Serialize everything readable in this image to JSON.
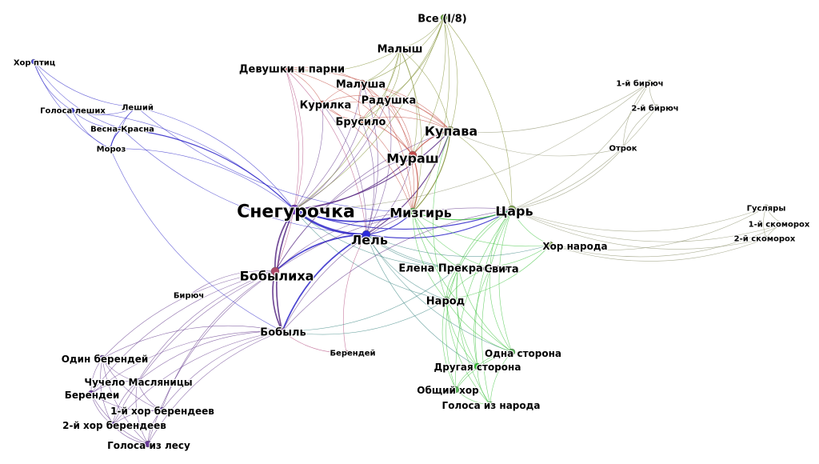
{
  "palette": {
    "blue": "#2a22c8",
    "purple": "#5b2d86",
    "magenta": "#b0447a",
    "red": "#c0463b",
    "olive": "#7a8a2a",
    "green": "#37c237",
    "teal": "#2f7f7a",
    "gray": "#8a8f6a"
  },
  "nodes": [
    {
      "id": "sneg",
      "label": "Снегурочка",
      "color": "#6a2fb6",
      "size": 3
    },
    {
      "id": "lel",
      "label": "Лель",
      "color": "#2a2adc",
      "size": 2
    },
    {
      "id": "mizgir",
      "label": "Мизгирь",
      "color": "#56b44a",
      "size": 2
    },
    {
      "id": "tsar",
      "label": "Царь",
      "color": "#7aa14a",
      "size": 2
    },
    {
      "id": "kupava",
      "label": "Купава",
      "color": "#9aa45a",
      "size": 2
    },
    {
      "id": "murash",
      "label": "Мураш",
      "color": "#c24a4a",
      "size": 2
    },
    {
      "id": "bobylikha",
      "label": "Бобылиха",
      "color": "#b04a6a",
      "size": 2
    },
    {
      "id": "bobyl",
      "label": "Бобыль",
      "color": "#7a3a8a",
      "size": 1
    },
    {
      "id": "malusha",
      "label": "Малуша",
      "color": "#c05a4a",
      "size": 1
    },
    {
      "id": "radushka",
      "label": "Радушка",
      "color": "#c24a4a",
      "size": 1
    },
    {
      "id": "kurilka",
      "label": "Курилка",
      "color": "#c05a4a",
      "size": 1
    },
    {
      "id": "brusilo",
      "label": "Брусило",
      "color": "#b06a4a",
      "size": 1
    },
    {
      "id": "devushki",
      "label": "Девушки и парни",
      "color": "#c24a4a",
      "size": 1
    },
    {
      "id": "malysh",
      "label": "Малыш",
      "color": "#9aa45a",
      "size": 1
    },
    {
      "id": "vse",
      "label": "Все (I/8)",
      "color": "#6aa43a",
      "size": 1
    },
    {
      "id": "elena",
      "label": "Елена Прекрасная",
      "color": "#5aa85a",
      "size": 1
    },
    {
      "id": "svita",
      "label": "Свита",
      "color": "#5aa85a",
      "size": 1
    },
    {
      "id": "narod",
      "label": "Народ",
      "color": "#3ab43a",
      "size": 1
    },
    {
      "id": "hornaroda",
      "label": "Хор народа",
      "color": "#7aa14a",
      "size": 0
    },
    {
      "id": "odnastorona",
      "label": "Одна сторона",
      "color": "#5ab45a",
      "size": 0
    },
    {
      "id": "drugaya",
      "label": "Другая сторона",
      "color": "#2ac42a",
      "size": 0
    },
    {
      "id": "obshchiy",
      "label": "Общий хор",
      "color": "#5ab45a",
      "size": 0
    },
    {
      "id": "golosanaroda",
      "label": "Голоса из народа",
      "color": "#5ab45a",
      "size": 0
    },
    {
      "id": "birich1",
      "label": "1-й бирюч",
      "color": "#a0a47a",
      "size": -1
    },
    {
      "id": "birich2",
      "label": "2-й бирюч",
      "color": "#a0a47a",
      "size": -1
    },
    {
      "id": "otrok",
      "label": "Отрок",
      "color": "#8a9a5a",
      "size": -1
    },
    {
      "id": "guslyary",
      "label": "Гусляры",
      "color": "#a0a47a",
      "size": -1
    },
    {
      "id": "skomorokh1",
      "label": "1-й скоморох",
      "color": "#a0a47a",
      "size": -1
    },
    {
      "id": "skomorokh2",
      "label": "2-й скоморох",
      "color": "#a0a47a",
      "size": -1
    },
    {
      "id": "berendey",
      "label": "Берендей",
      "color": "#b04a6a",
      "size": -1
    },
    {
      "id": "biryuch",
      "label": "Бирюч",
      "color": "#4a6aa4",
      "size": -1
    },
    {
      "id": "odinberendey",
      "label": "Один берендей",
      "color": "#6a4aa4",
      "size": 0
    },
    {
      "id": "chuchelo",
      "label": "Чучело Масляницы",
      "color": "#6a4aa4",
      "size": 0
    },
    {
      "id": "berendei",
      "label": "Берендеи",
      "color": "#6a3a9a",
      "size": 0
    },
    {
      "id": "khor1",
      "label": "1-й хор берендеев",
      "color": "#6a4aa4",
      "size": 0
    },
    {
      "id": "khor2",
      "label": "2-й хор берендеев",
      "color": "#6a4aa4",
      "size": 0
    },
    {
      "id": "golosalesu",
      "label": "Голоса из лесу",
      "color": "#6a3a9a",
      "size": 0
    },
    {
      "id": "khorptits",
      "label": "Хор птиц",
      "color": "#4a4ad4",
      "size": -1
    },
    {
      "id": "golosaleshikh",
      "label": "Голоса леших",
      "color": "#3a3ac8",
      "size": -1
    },
    {
      "id": "leshiy",
      "label": "Леший",
      "color": "#4a4ad4",
      "size": -1
    },
    {
      "id": "vesna",
      "label": "Весна-Красна",
      "color": "#4a4ad4",
      "size": -1
    },
    {
      "id": "moroz",
      "label": "Мороз",
      "color": "#4a4ad4",
      "size": -1
    }
  ],
  "edges": [
    [
      "sneg",
      "lel",
      5,
      "blue"
    ],
    [
      "sneg",
      "mizgir",
      3,
      "blue"
    ],
    [
      "sneg",
      "tsar",
      2,
      "blue"
    ],
    [
      "sneg",
      "kupava",
      2,
      "purple"
    ],
    [
      "sneg",
      "bobylikha",
      3,
      "purple"
    ],
    [
      "sneg",
      "bobyl",
      3,
      "purple"
    ],
    [
      "sneg",
      "murash",
      2,
      "purple"
    ],
    [
      "sneg",
      "devushki",
      1,
      "magenta"
    ],
    [
      "sneg",
      "malusha",
      1,
      "purple"
    ],
    [
      "sneg",
      "radushka",
      1,
      "purple"
    ],
    [
      "sneg",
      "kurilka",
      1,
      "purple"
    ],
    [
      "sneg",
      "brusilo",
      1,
      "purple"
    ],
    [
      "sneg",
      "moroz",
      1,
      "blue"
    ],
    [
      "sneg",
      "vesna",
      2,
      "blue"
    ],
    [
      "sneg",
      "leshiy",
      1,
      "blue"
    ],
    [
      "sneg",
      "golosaleshikh",
      1,
      "blue"
    ],
    [
      "sneg",
      "elena",
      1,
      "teal"
    ],
    [
      "sneg",
      "narod",
      1,
      "teal"
    ],
    [
      "sneg",
      "birich1",
      1,
      "gray"
    ],
    [
      "sneg",
      "malysh",
      1,
      "olive"
    ],
    [
      "sneg",
      "vse",
      1,
      "olive"
    ],
    [
      "lel",
      "mizgir",
      2,
      "blue"
    ],
    [
      "lel",
      "tsar",
      2,
      "blue"
    ],
    [
      "lel",
      "kupava",
      2,
      "purple"
    ],
    [
      "lel",
      "bobylikha",
      3,
      "blue"
    ],
    [
      "lel",
      "bobyl",
      3,
      "blue"
    ],
    [
      "lel",
      "murash",
      1,
      "purple"
    ],
    [
      "lel",
      "malusha",
      1,
      "purple"
    ],
    [
      "lel",
      "radushka",
      1,
      "purple"
    ],
    [
      "lel",
      "kurilka",
      1,
      "purple"
    ],
    [
      "lel",
      "brusilo",
      1,
      "purple"
    ],
    [
      "lel",
      "devushki",
      1,
      "magenta"
    ],
    [
      "lel",
      "elena",
      1,
      "teal"
    ],
    [
      "lel",
      "narod",
      1,
      "teal"
    ],
    [
      "lel",
      "berendey",
      1,
      "magenta"
    ],
    [
      "lel",
      "drugaya",
      1,
      "teal"
    ],
    [
      "lel",
      "odnastorona",
      1,
      "teal"
    ],
    [
      "lel",
      "hornaroda",
      1,
      "teal"
    ],
    [
      "lel",
      "svita",
      1,
      "teal"
    ],
    [
      "mizgir",
      "kupava",
      2,
      "olive"
    ],
    [
      "mizgir",
      "tsar",
      2,
      "green"
    ],
    [
      "mizgir",
      "murash",
      2,
      "red"
    ],
    [
      "mizgir",
      "malusha",
      1,
      "red"
    ],
    [
      "mizgir",
      "radushka",
      1,
      "red"
    ],
    [
      "mizgir",
      "bobylikha",
      1,
      "purple"
    ],
    [
      "mizgir",
      "bobyl",
      1,
      "purple"
    ],
    [
      "mizgir",
      "elena",
      1,
      "green"
    ],
    [
      "mizgir",
      "narod",
      1,
      "green"
    ],
    [
      "mizgir",
      "hornaroda",
      1,
      "green"
    ],
    [
      "mizgir",
      "svita",
      1,
      "green"
    ],
    [
      "mizgir",
      "malysh",
      1,
      "olive"
    ],
    [
      "mizgir",
      "vse",
      1,
      "olive"
    ],
    [
      "mizgir",
      "brusilo",
      1,
      "red"
    ],
    [
      "mizgir",
      "kurilka",
      1,
      "red"
    ],
    [
      "mizgir",
      "odnastorona",
      1,
      "green"
    ],
    [
      "tsar",
      "kupava",
      1,
      "olive"
    ],
    [
      "tsar",
      "elena",
      1,
      "green"
    ],
    [
      "tsar",
      "narod",
      1,
      "green"
    ],
    [
      "tsar",
      "hornaroda",
      1,
      "green"
    ],
    [
      "tsar",
      "svita",
      1,
      "green"
    ],
    [
      "tsar",
      "birich1",
      1,
      "gray"
    ],
    [
      "tsar",
      "birich2",
      1,
      "gray"
    ],
    [
      "tsar",
      "otrok",
      1,
      "gray"
    ],
    [
      "tsar",
      "bobyl",
      1,
      "purple"
    ],
    [
      "tsar",
      "bobylikha",
      1,
      "purple"
    ],
    [
      "tsar",
      "odnastorona",
      1,
      "green"
    ],
    [
      "tsar",
      "drugaya",
      1,
      "green"
    ],
    [
      "tsar",
      "obshchiy",
      1,
      "green"
    ],
    [
      "tsar",
      "golosanaroda",
      1,
      "green"
    ],
    [
      "tsar",
      "vse",
      1,
      "olive"
    ],
    [
      "kupava",
      "murash",
      2,
      "red"
    ],
    [
      "kupava",
      "malusha",
      1,
      "red"
    ],
    [
      "kupava",
      "radushka",
      1,
      "red"
    ],
    [
      "kupava",
      "kurilka",
      1,
      "red"
    ],
    [
      "kupava",
      "brusilo",
      1,
      "red"
    ],
    [
      "kupava",
      "devushki",
      1,
      "red"
    ],
    [
      "kupava",
      "malysh",
      1,
      "olive"
    ],
    [
      "kupava",
      "vse",
      1,
      "olive"
    ],
    [
      "kupava",
      "otrok",
      1,
      "gray"
    ],
    [
      "kupava",
      "birich1",
      1,
      "gray"
    ],
    [
      "kupava",
      "narod",
      1,
      "green"
    ],
    [
      "kupava",
      "bobylikha",
      1,
      "purple"
    ],
    [
      "murash",
      "malusha",
      1,
      "red"
    ],
    [
      "murash",
      "radushka",
      1,
      "red"
    ],
    [
      "murash",
      "kurilka",
      1,
      "red"
    ],
    [
      "murash",
      "brusilo",
      1,
      "red"
    ],
    [
      "murash",
      "devushki",
      1,
      "red"
    ],
    [
      "murash",
      "malysh",
      1,
      "olive"
    ],
    [
      "murash",
      "vse",
      1,
      "olive"
    ],
    [
      "murash",
      "bobylikha",
      1,
      "purple"
    ],
    [
      "bobylikha",
      "bobyl",
      3,
      "purple"
    ],
    [
      "bobylikha",
      "odinberendey",
      1,
      "purple"
    ],
    [
      "bobylikha",
      "chuchelo",
      1,
      "purple"
    ],
    [
      "bobylikha",
      "berendei",
      1,
      "purple"
    ],
    [
      "bobylikha",
      "khor1",
      1,
      "purple"
    ],
    [
      "bobylikha",
      "khor2",
      1,
      "purple"
    ],
    [
      "bobylikha",
      "golosalesu",
      1,
      "purple"
    ],
    [
      "bobylikha",
      "devushki",
      1,
      "magenta"
    ],
    [
      "bobylikha",
      "biryuch",
      1,
      "purple"
    ],
    [
      "bobyl",
      "odinberendey",
      1,
      "purple"
    ],
    [
      "bobyl",
      "chuchelo",
      1,
      "purple"
    ],
    [
      "bobyl",
      "berendei",
      1,
      "purple"
    ],
    [
      "bobyl",
      "khor1",
      1,
      "purple"
    ],
    [
      "bobyl",
      "khor2",
      1,
      "purple"
    ],
    [
      "bobyl",
      "golosalesu",
      1,
      "purple"
    ],
    [
      "bobyl",
      "berendey",
      1,
      "magenta"
    ],
    [
      "bobyl",
      "elena",
      1,
      "teal"
    ],
    [
      "bobyl",
      "narod",
      1,
      "teal"
    ],
    [
      "odinberendey",
      "chuchelo",
      1,
      "purple"
    ],
    [
      "odinberendey",
      "berendei",
      1,
      "purple"
    ],
    [
      "odinberendey",
      "khor1",
      1,
      "purple"
    ],
    [
      "odinberendey",
      "khor2",
      1,
      "purple"
    ],
    [
      "odinberendey",
      "golosalesu",
      1,
      "purple"
    ],
    [
      "chuchelo",
      "berendei",
      1,
      "purple"
    ],
    [
      "chuchelo",
      "khor1",
      1,
      "purple"
    ],
    [
      "chuchelo",
      "khor2",
      1,
      "purple"
    ],
    [
      "chuchelo",
      "golosalesu",
      1,
      "purple"
    ],
    [
      "berendei",
      "khor1",
      1,
      "purple"
    ],
    [
      "berendei",
      "khor2",
      1,
      "purple"
    ],
    [
      "berendei",
      "golosalesu",
      1,
      "purple"
    ],
    [
      "khor1",
      "khor2",
      1,
      "purple"
    ],
    [
      "khor1",
      "golosalesu",
      1,
      "purple"
    ],
    [
      "khor2",
      "golosalesu",
      1,
      "purple"
    ],
    [
      "malusha",
      "radushka",
      1,
      "red"
    ],
    [
      "malusha",
      "kurilka",
      1,
      "red"
    ],
    [
      "malusha",
      "brusilo",
      1,
      "red"
    ],
    [
      "malusha",
      "malysh",
      1,
      "olive"
    ],
    [
      "malusha",
      "vse",
      1,
      "olive"
    ],
    [
      "malusha",
      "devushki",
      1,
      "red"
    ],
    [
      "radushka",
      "kurilka",
      1,
      "red"
    ],
    [
      "radushka",
      "brusilo",
      1,
      "red"
    ],
    [
      "radushka",
      "malysh",
      1,
      "olive"
    ],
    [
      "radushka",
      "vse",
      1,
      "olive"
    ],
    [
      "kurilka",
      "brusilo",
      1,
      "red"
    ],
    [
      "kurilka",
      "devushki",
      1,
      "red"
    ],
    [
      "brusilo",
      "malysh",
      1,
      "olive"
    ],
    [
      "brusilo",
      "vse",
      1,
      "olive"
    ],
    [
      "malysh",
      "vse",
      1,
      "olive"
    ],
    [
      "devushki",
      "malysh",
      1,
      "olive"
    ],
    [
      "elena",
      "svita",
      1,
      "green"
    ],
    [
      "elena",
      "narod",
      1,
      "green"
    ],
    [
      "elena",
      "odnastorona",
      1,
      "green"
    ],
    [
      "elena",
      "drugaya",
      1,
      "green"
    ],
    [
      "elena",
      "obshchiy",
      1,
      "green"
    ],
    [
      "elena",
      "golosanaroda",
      1,
      "green"
    ],
    [
      "elena",
      "hornaroda",
      1,
      "green"
    ],
    [
      "narod",
      "odnastorona",
      1,
      "green"
    ],
    [
      "narod",
      "drugaya",
      1,
      "green"
    ],
    [
      "narod",
      "obshchiy",
      1,
      "green"
    ],
    [
      "narod",
      "golosanaroda",
      1,
      "green"
    ],
    [
      "narod",
      "hornaroda",
      1,
      "green"
    ],
    [
      "svita",
      "narod",
      1,
      "green"
    ],
    [
      "svita",
      "drugaya",
      1,
      "green"
    ],
    [
      "svita",
      "odnastorona",
      1,
      "green"
    ],
    [
      "odnastorona",
      "drugaya",
      1,
      "green"
    ],
    [
      "odnastorona",
      "obshchiy",
      1,
      "green"
    ],
    [
      "odnastorona",
      "golosanaroda",
      1,
      "green"
    ],
    [
      "drugaya",
      "obshchiy",
      1,
      "green"
    ],
    [
      "drugaya",
      "golosanaroda",
      1,
      "green"
    ],
    [
      "obshchiy",
      "golosanaroda",
      1,
      "green"
    ],
    [
      "hornaroda",
      "guslyary",
      1,
      "gray"
    ],
    [
      "hornaroda",
      "skomorokh1",
      1,
      "gray"
    ],
    [
      "hornaroda",
      "skomorokh2",
      1,
      "gray"
    ],
    [
      "tsar",
      "guslyary",
      1,
      "gray"
    ],
    [
      "tsar",
      "skomorokh1",
      1,
      "gray"
    ],
    [
      "tsar",
      "skomorokh2",
      1,
      "gray"
    ],
    [
      "guslyary",
      "skomorokh1",
      1,
      "gray"
    ],
    [
      "guslyary",
      "skomorokh2",
      1,
      "gray"
    ],
    [
      "skomorokh1",
      "skomorokh2",
      1,
      "gray"
    ],
    [
      "birich1",
      "birich2",
      1,
      "gray"
    ],
    [
      "birich1",
      "otrok",
      1,
      "gray"
    ],
    [
      "birich2",
      "otrok",
      1,
      "gray"
    ],
    [
      "khorptits",
      "golosaleshikh",
      1,
      "blue"
    ],
    [
      "khorptits",
      "leshiy",
      1,
      "blue"
    ],
    [
      "khorptits",
      "vesna",
      1,
      "blue"
    ],
    [
      "khorptits",
      "moroz",
      1,
      "blue"
    ],
    [
      "golosaleshikh",
      "leshiy",
      1,
      "blue"
    ],
    [
      "golosaleshikh",
      "vesna",
      1,
      "blue"
    ],
    [
      "golosaleshikh",
      "moroz",
      1,
      "blue"
    ],
    [
      "leshiy",
      "vesna",
      1,
      "blue"
    ],
    [
      "leshiy",
      "moroz",
      1,
      "blue"
    ],
    [
      "vesna",
      "moroz",
      2,
      "blue"
    ],
    [
      "vesna",
      "lel",
      1,
      "blue"
    ],
    [
      "moroz",
      "bobyl",
      1,
      "blue"
    ],
    [
      "leshiy",
      "mizgir",
      1,
      "blue"
    ]
  ]
}
